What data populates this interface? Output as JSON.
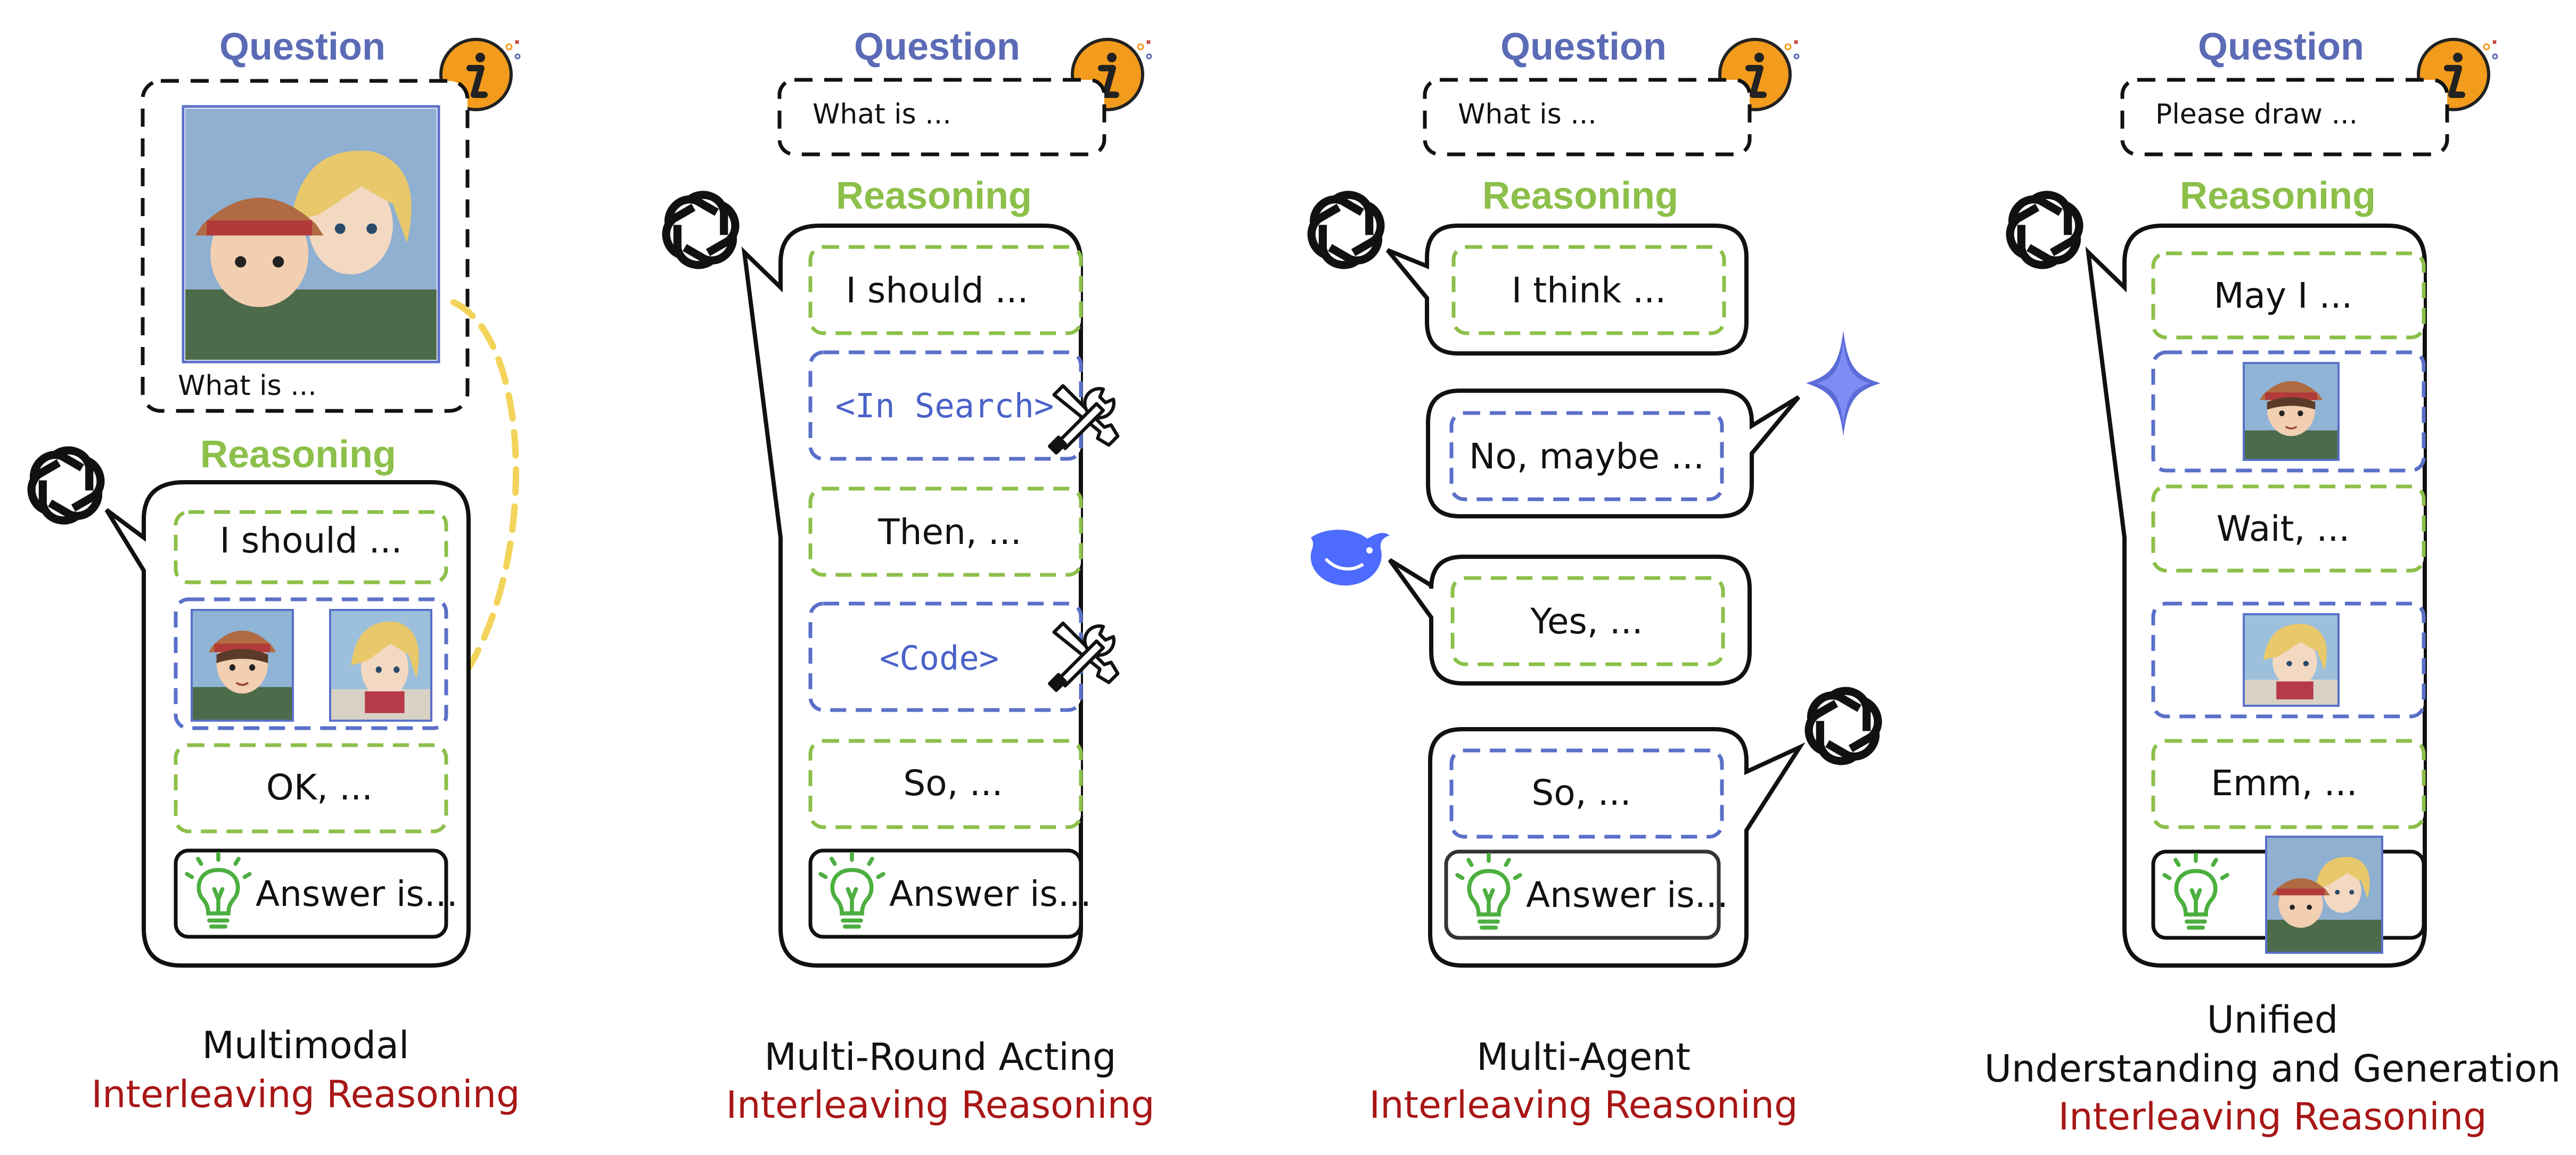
{
  "panels": [
    {
      "question_label": "Question",
      "question_text": "What is ...",
      "reasoning_label": "Reasoning",
      "steps": [
        "I should ...",
        "OK, ...",
        "Answer is..."
      ],
      "caption_top": "Multimodal",
      "caption_bottom": "Interleaving Reasoning"
    },
    {
      "question_label": "Question",
      "question_text": "What is ...",
      "reasoning_label": "Reasoning",
      "steps": [
        "I should ...",
        "<In Search>",
        "Then, ...",
        "<Code>",
        "So, ...",
        "Answer is..."
      ],
      "caption_top": "Multi-Round Acting",
      "caption_bottom": "Interleaving Reasoning"
    },
    {
      "question_label": "Question",
      "question_text": "What is ...",
      "reasoning_label": "Reasoning",
      "steps": [
        "I think ...",
        "No, maybe ...",
        "Yes, ...",
        "So, ...",
        "Answer is..."
      ],
      "caption_top": "Multi-Agent",
      "caption_bottom": "Interleaving Reasoning"
    },
    {
      "question_label": "Question",
      "question_text": "Please draw ...",
      "reasoning_label": "Reasoning",
      "steps": [
        "May I ...",
        "Wait, ...",
        "Emm, ..."
      ],
      "caption_top": "Unified",
      "caption_middle": "Understanding and Generation",
      "caption_bottom": "Interleaving Reasoning"
    }
  ],
  "icons": {
    "info": "info-icon",
    "openai": "openai-logo-icon",
    "gemini": "gemini-star-icon",
    "deepseek": "deepseek-whale-icon",
    "tool": "tool-icon",
    "bulb": "lightbulb-icon"
  },
  "colors": {
    "question_blue": "#5b6bb5",
    "reasoning_green": "#8cc04a",
    "dashed_blue": "#5a70c8",
    "caption_red": "#a81616",
    "info_orange": "#f29b1c"
  }
}
